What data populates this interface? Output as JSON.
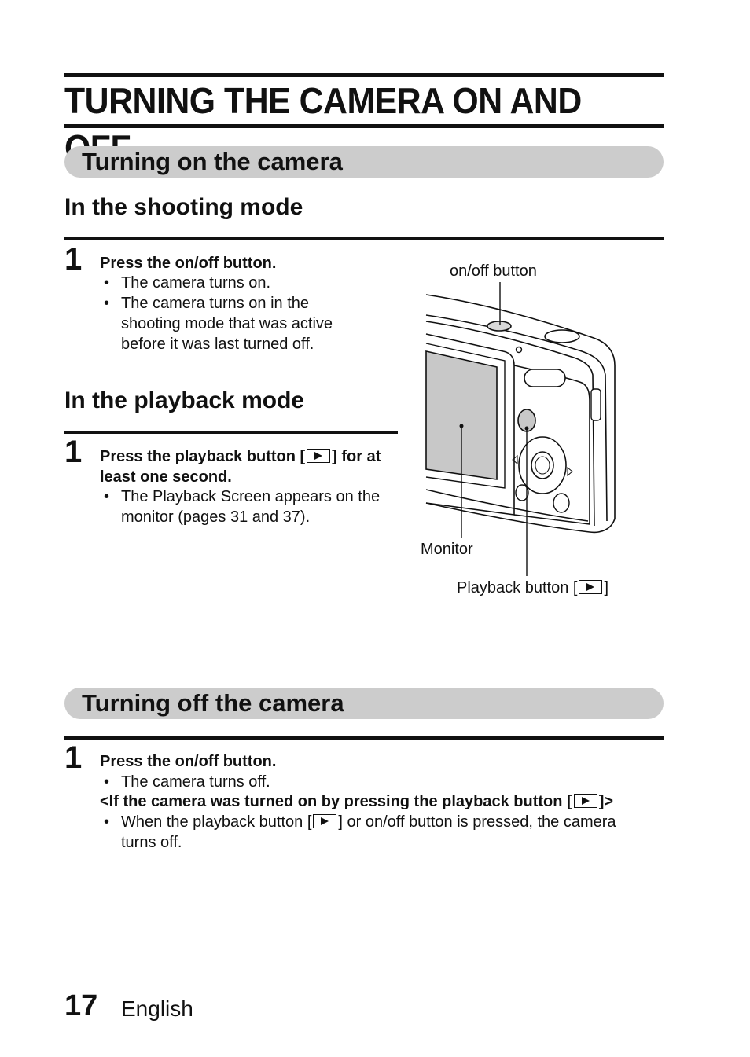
{
  "page": {
    "title": "TURNING THE CAMERA ON AND OFF",
    "page_number": "17",
    "language": "English"
  },
  "section_on": {
    "heading": "Turning on the camera",
    "shooting": {
      "subheading": "In the shooting mode",
      "step_number": "1",
      "step_text": "Press the on/off button.",
      "bullets": [
        "The camera turns on.",
        "The camera turns on in the shooting mode that was active before it was last turned off."
      ]
    },
    "playback": {
      "subheading": "In the playback mode",
      "step_number": "1",
      "step_text_before": "Press the playback button [",
      "step_text_after": "] for at least one second.",
      "bullets": [
        "The Playback Screen appears on the monitor (pages 31 and 37)."
      ]
    }
  },
  "illustration": {
    "label_onoff": "on/off button",
    "label_monitor": "Monitor",
    "label_playback_before": "Playback button [",
    "label_playback_after": "]"
  },
  "section_off": {
    "heading": "Turning off the camera",
    "step_number": "1",
    "step_text": "Press the on/off button.",
    "bullet_1": "The camera turns off.",
    "note_before": "<If the camera was turned on by pressing the playback button [",
    "note_after": "]>",
    "bullet_2_before": "When the playback button [",
    "bullet_2_after": "] or on/off button is pressed, the camera turns off."
  },
  "icons": {
    "playback": "playback-icon"
  }
}
